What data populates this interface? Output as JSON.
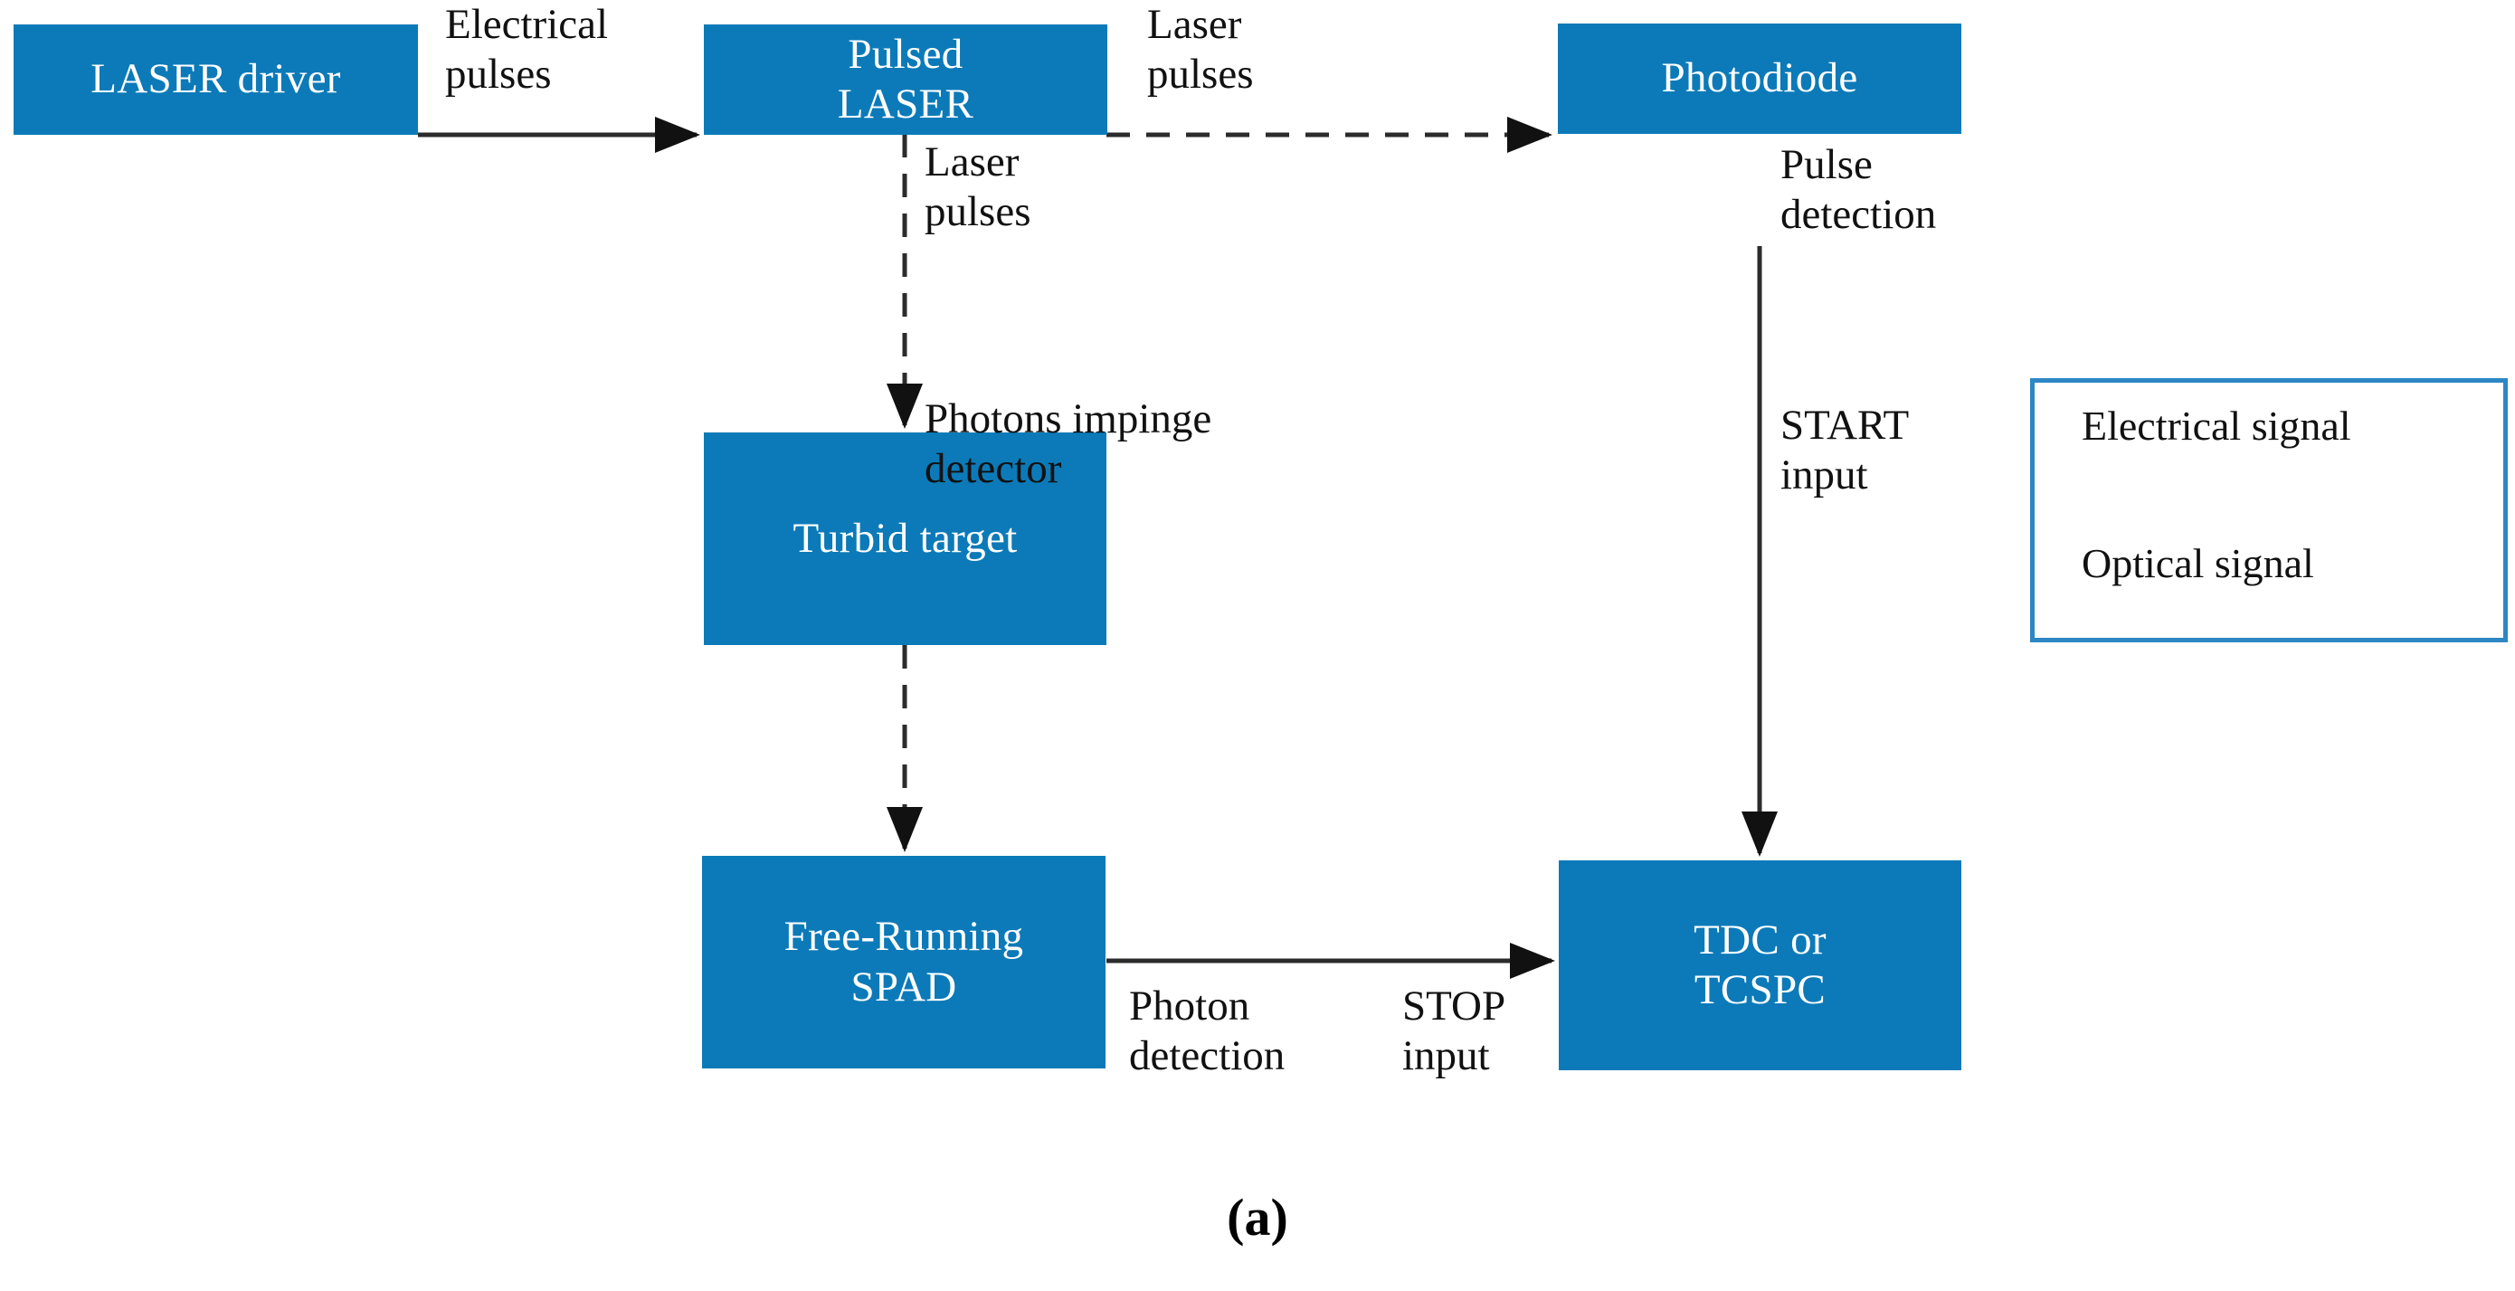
{
  "figure": {
    "caption": "(a)",
    "colors": {
      "node_fill": "#0c7ab8",
      "node_text": "#ffffff",
      "line": "#2b2b2b",
      "legend_border": "#2d87c4",
      "background": "#ffffff"
    }
  },
  "nodes": [
    {
      "id": "laser-driver",
      "label": "LASER driver"
    },
    {
      "id": "pulsed-laser",
      "label": "Pulsed\nLASER"
    },
    {
      "id": "photodiode",
      "label": "Photodiode"
    },
    {
      "id": "turbid-target",
      "label": "Turbid target"
    },
    {
      "id": "free-running-spad",
      "label": "Free-Running\nSPAD"
    },
    {
      "id": "tdc-tcspc",
      "label": "TDC or\nTCSPC"
    }
  ],
  "edges": [
    {
      "id": "driver-to-laser",
      "from": "laser-driver",
      "to": "pulsed-laser",
      "label": "Electrical\npulses",
      "kind": "electrical"
    },
    {
      "id": "laser-to-photodiode",
      "from": "pulsed-laser",
      "to": "photodiode",
      "label": "Laser\npulses",
      "kind": "optical"
    },
    {
      "id": "laser-to-target",
      "from": "pulsed-laser",
      "to": "turbid-target",
      "label": "Laser\npulses",
      "kind": "optical"
    },
    {
      "id": "target-to-spad",
      "from": "turbid-target",
      "to": "free-running-spad",
      "label": "Photons impinge\ndetector",
      "kind": "optical"
    },
    {
      "id": "photodiode-to-tdc",
      "from": "photodiode",
      "to": "tdc-tcspc",
      "label": "Pulse\ndetection",
      "label2": "START\ninput",
      "kind": "electrical"
    },
    {
      "id": "spad-to-tdc",
      "from": "free-running-spad",
      "to": "tdc-tcspc",
      "label": "Photon\ndetection",
      "label2": "STOP\ninput",
      "kind": "electrical"
    }
  ],
  "legend": {
    "items": [
      {
        "id": "electrical-signal",
        "label": "Electrical signal",
        "style": "solid"
      },
      {
        "id": "optical-signal",
        "label": "Optical signal",
        "style": "dashed"
      }
    ]
  }
}
